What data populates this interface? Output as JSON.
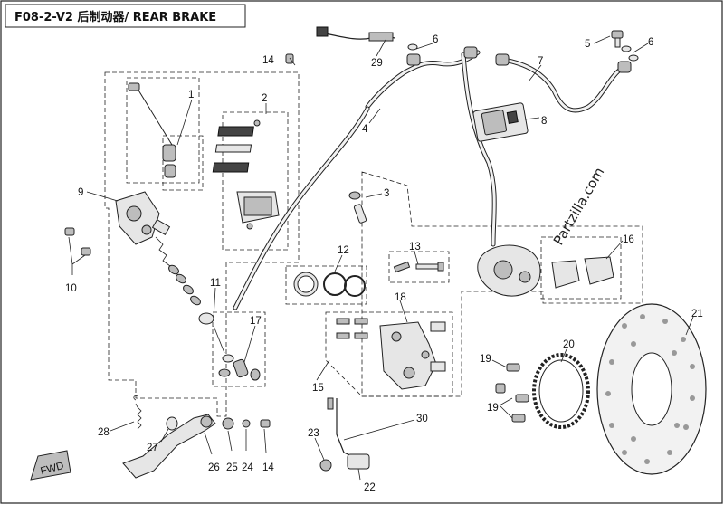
{
  "header": {
    "title": "F08-2-V2 后制动器/ REAR BRAKE"
  },
  "watermark": {
    "text": "Partzilla.com"
  },
  "badge": {
    "text": "FWD"
  },
  "callouts": [
    "1",
    "2",
    "3",
    "4",
    "5",
    "6",
    "6",
    "7",
    "8",
    "9",
    "10",
    "11",
    "12",
    "13",
    "14",
    "14",
    "15",
    "16",
    "17",
    "18",
    "19",
    "19",
    "20",
    "21",
    "22",
    "23",
    "24",
    "25",
    "26",
    "27",
    "28",
    "29",
    "30"
  ]
}
